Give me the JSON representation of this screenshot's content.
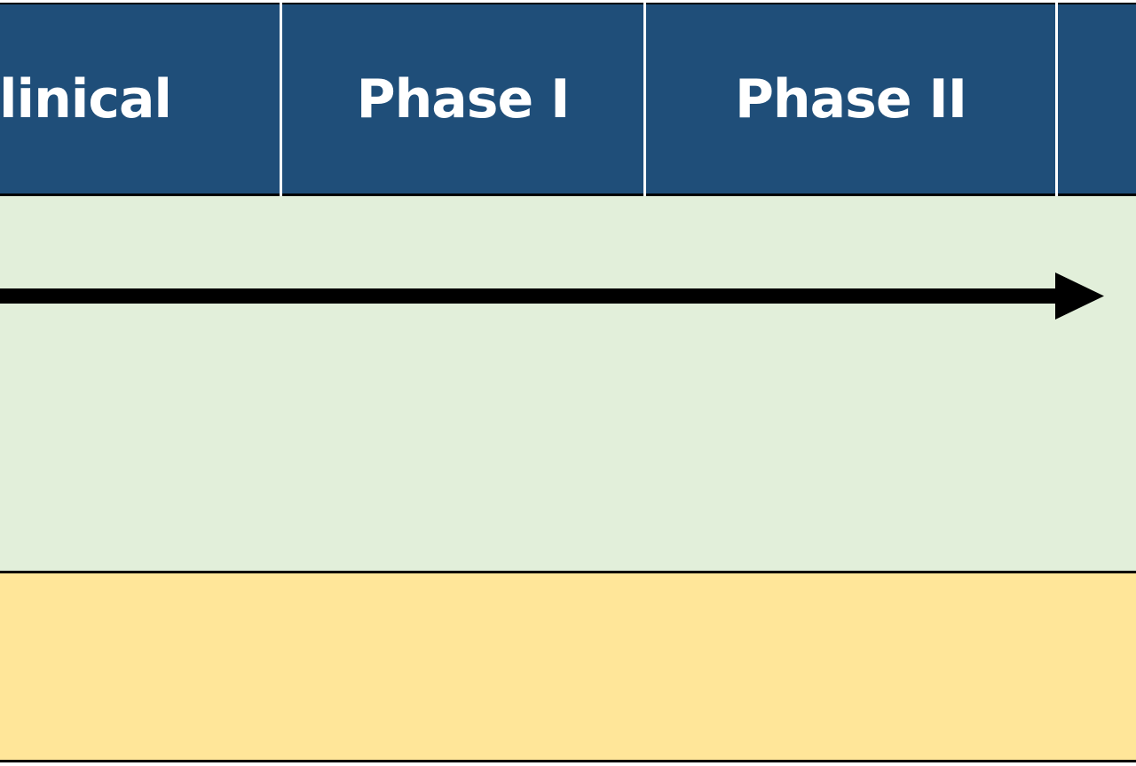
{
  "phases": [
    {
      "label": "clinical"
    },
    {
      "label": "Phase I"
    },
    {
      "label": "Phase II"
    }
  ],
  "colors": {
    "header": "#1f4e79",
    "header_text": "#ffffff",
    "green_band": "#e2efda",
    "yellow_band": "#ffe699",
    "arrow": "#000000"
  }
}
